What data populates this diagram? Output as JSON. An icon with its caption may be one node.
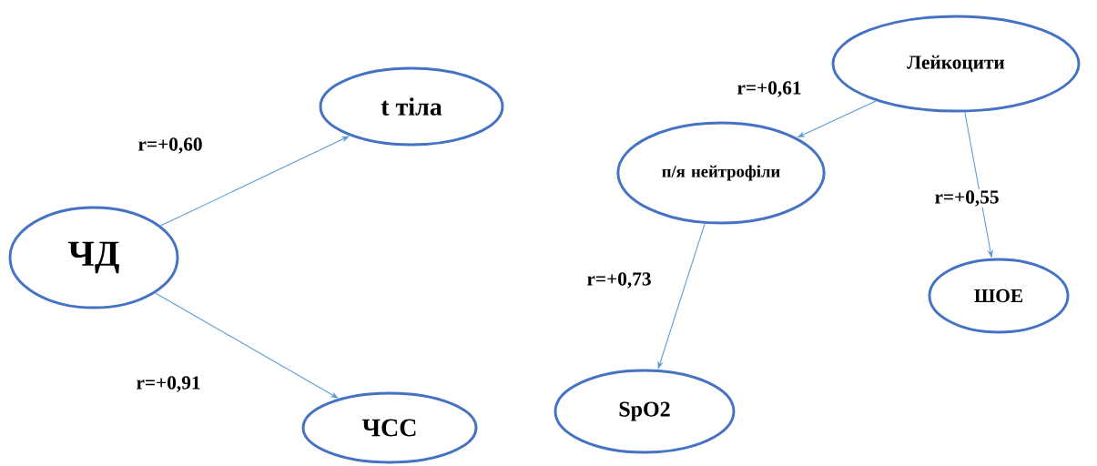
{
  "diagram": {
    "nodes": [
      {
        "text": [
          "ЧД"
        ]
      },
      {
        "text": [
          "t тіла"
        ]
      },
      {
        "text": [
          "ЧСС"
        ]
      },
      {
        "text": [
          "Лейкоцити"
        ]
      },
      {
        "text": [
          "п/я нейтрофіли"
        ]
      },
      {
        "text": [
          "ШОЕ"
        ]
      },
      {
        "text": [
          "SpO2"
        ]
      }
    ],
    "edges": [
      {
        "from": 0,
        "to": 1,
        "arrow": "to",
        "label": "r=+0,60"
      },
      {
        "from": 0,
        "to": 2,
        "arrow": "to",
        "label": "r=+0,91"
      },
      {
        "from": 3,
        "to": 4,
        "arrow": "to",
        "label": "r=+0,61"
      },
      {
        "from": 3,
        "to": 5,
        "arrow": "to",
        "label": "r=+0,55"
      },
      {
        "from": 4,
        "to": 6,
        "arrow": "to",
        "label": "r=+0,73"
      }
    ]
  }
}
